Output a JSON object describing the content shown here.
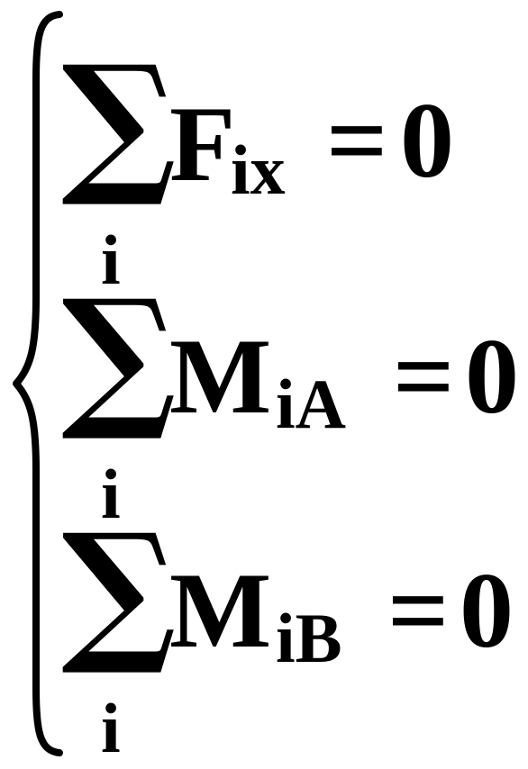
{
  "equations": [
    {
      "sigma": "∑",
      "sigma_sub": "i",
      "symbol": "F",
      "symbol_sub": "ix",
      "equals": "=",
      "rhs": "0"
    },
    {
      "sigma": "∑",
      "sigma_sub": "i",
      "symbol": "M",
      "symbol_sub": "iA",
      "equals": "=",
      "rhs": "0"
    },
    {
      "sigma": "∑",
      "sigma_sub": "i",
      "symbol": "M",
      "symbol_sub": "iB",
      "equals": "=",
      "rhs": "0"
    }
  ]
}
